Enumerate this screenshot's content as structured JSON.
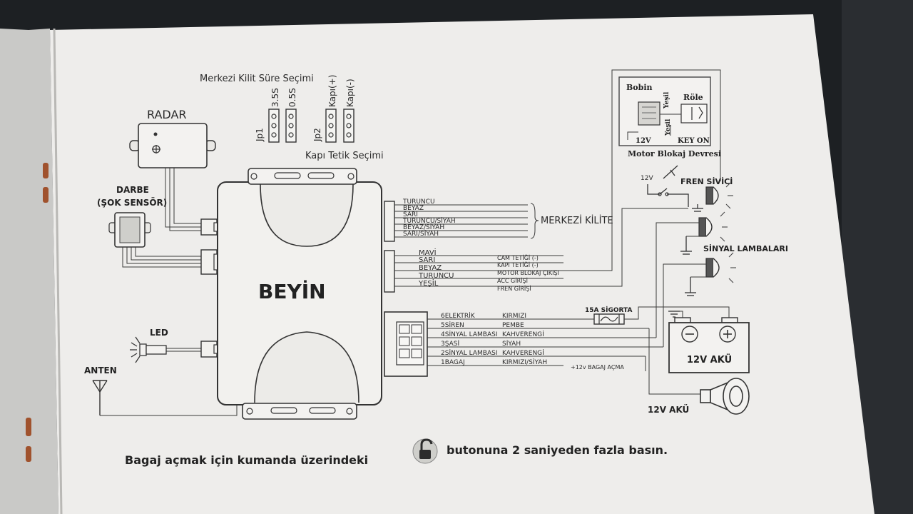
{
  "manual": {
    "jumper_title": "Merkezi Kilit Süre Seçimi",
    "jumper_cols": [
      "3.5S",
      "0.5S",
      "Kapı(+)",
      "Kapı(-)"
    ],
    "jp1": "Jp1",
    "jp2": "Jp2",
    "door_trigger": "Kapı Tetik Seçimi",
    "radar": "RADAR",
    "shock_line1": "DARBE",
    "shock_line2": "(ŞOK SENSÖR)",
    "led": "LED",
    "antenna": "ANTEN",
    "brain": "BEYİN",
    "lock_wires": [
      "TURUNCU",
      "BEYAZ",
      "SARI",
      "TURUNCU/SİYAH",
      "BEYAZ/SİYAH",
      "SARI/SİYAH"
    ],
    "lock_target": "MERKEZİ KİLİTE",
    "input_wires": [
      {
        "color": "MAVİ",
        "func": "CAM TETİĞİ (-)"
      },
      {
        "color": "SARI",
        "func": "KAPI TETİĞİ (-)"
      },
      {
        "color": "BEYAZ",
        "func": "MOTOR BLOKAJ ÇIKIŞI"
      },
      {
        "color": "TURUNCU",
        "func": "ACC GİRİŞİ"
      },
      {
        "color": "YEŞİL",
        "func": "FREN GİRİŞİ"
      }
    ],
    "power_wires": [
      {
        "label": "6ELEKTRİK",
        "color": "KIRMIZI"
      },
      {
        "label": "5SİREN",
        "color": "PEMBE"
      },
      {
        "label": "4SİNYAL LAMBASI",
        "color": "KAHVERENGİ"
      },
      {
        "label": "3ŞASİ",
        "color": "SİYAH"
      },
      {
        "label": "2SİNYAL LAMBASI",
        "color": "KAHVERENGİ"
      },
      {
        "label": "1BAGAJ",
        "color": "KIRMIZI/SİYAH"
      }
    ],
    "trunk_note": "+12v BAGAJ AÇMA",
    "fuse": "15A SİGORTA",
    "battery": "12V AKÜ",
    "battery_siren": "12V AKÜ",
    "motor_block_title": "Motor Blokaj Devresi",
    "coil": "Bobin",
    "relay": "Röle",
    "green1": "Yeşil",
    "green2": "Yeşil",
    "v12_coil": "12V",
    "key_on": "KEY ON",
    "brake_v12": "12V",
    "brake_switch": "FREN SİVİCİ",
    "signal_lamps": "SİNYAL LAMBALARI",
    "footer_before": "Bagaj açmak için kumanda üzerindeki",
    "footer_after": "butonuna 2 saniyeden fazla basın.",
    "footer_icon": "unlock-icon"
  }
}
